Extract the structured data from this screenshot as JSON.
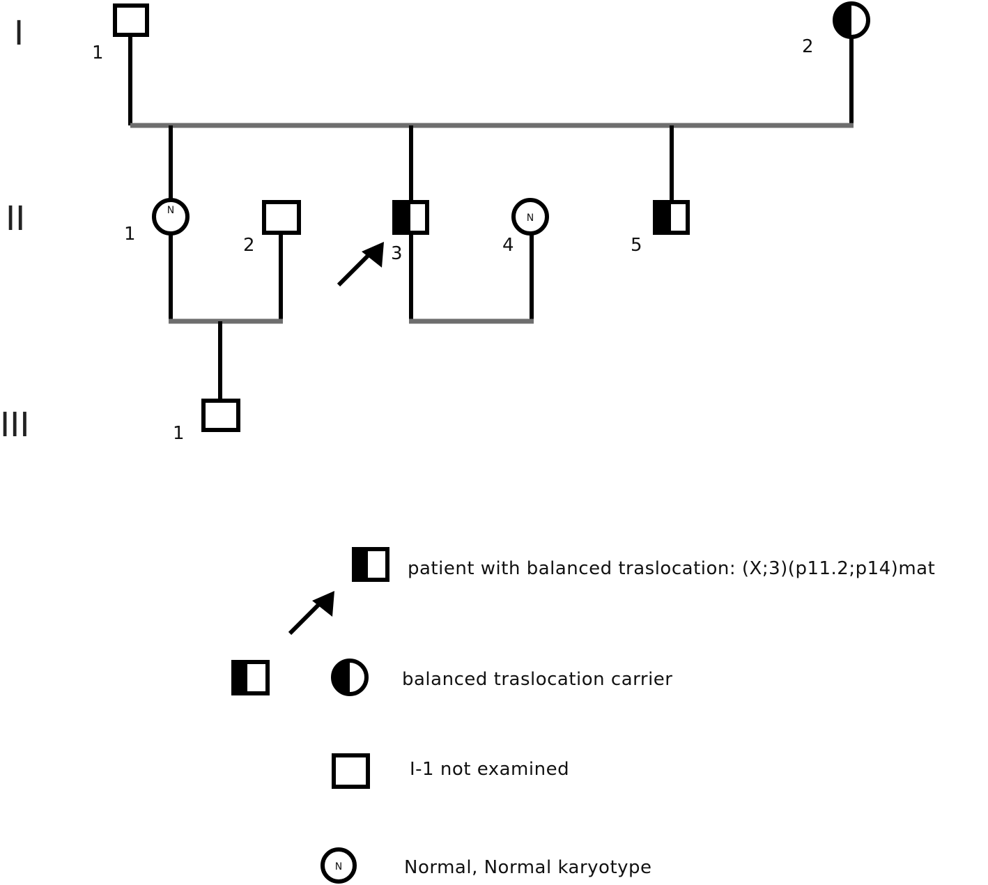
{
  "generations": [
    "I",
    "II",
    "III"
  ],
  "individuals": {
    "I_1": {
      "number": "1",
      "sex": "male",
      "status": "not examined"
    },
    "I_2": {
      "number": "2",
      "sex": "female",
      "status": "balanced traslocation carrier"
    },
    "II_1": {
      "number": "1",
      "sex": "female",
      "status": "Normal, Normal karyotype",
      "mark": "N"
    },
    "II_2": {
      "number": "2",
      "sex": "male",
      "status": "unaffected"
    },
    "II_3": {
      "number": "3",
      "sex": "male",
      "status": "patient with balanced traslocation",
      "proband": true
    },
    "II_4": {
      "number": "4",
      "sex": "female",
      "status": "Normal, Normal karyotype",
      "mark": "N"
    },
    "II_5": {
      "number": "5",
      "sex": "male",
      "status": "balanced traslocation carrier"
    },
    "III_1": {
      "number": "1",
      "sex": "male",
      "status": "unaffected"
    }
  },
  "legend": {
    "proband_text": "patient with balanced traslocation: (X;3)(p11.2;p14)mat",
    "carrier_text": "balanced traslocation carrier",
    "not_examined_text": "I-1 not examined",
    "normal_text": "Normal, Normal karyotype",
    "normal_mark": "N"
  },
  "colors": {
    "line": "#000000",
    "couple_line": "#6e6e6e",
    "fill": "#000000"
  }
}
